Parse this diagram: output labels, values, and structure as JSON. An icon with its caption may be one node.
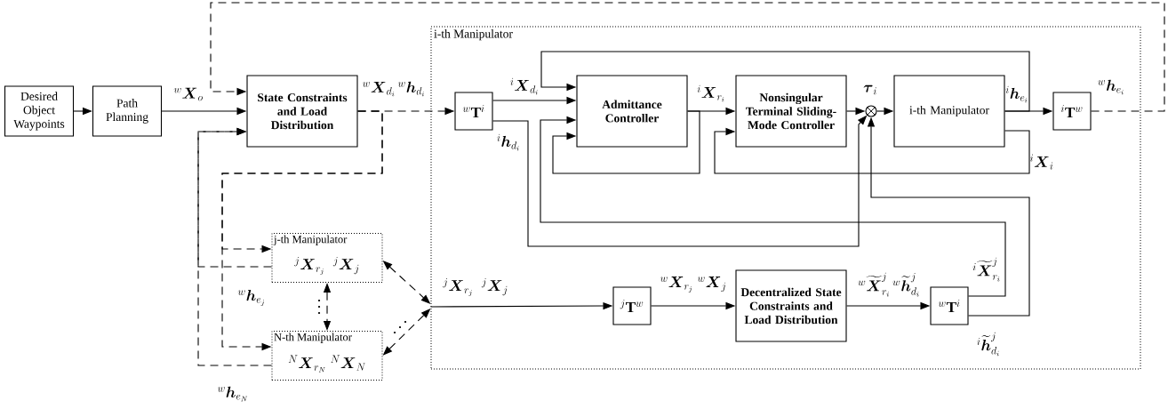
{
  "diagram": {
    "nodes": [
      {
        "text": [
          "Desired Object Waypoints"
        ]
      },
      {
        "text": [
          "Path Planning"
        ]
      },
      {
        "text": [
          "State Constraints and Load Distribution"
        ]
      },
      {
        "text": [
          "i-th Manipulator"
        ]
      },
      {
        "text": [
          "{}^{w}\\mathbf{T}^{i}"
        ],
        "in": 3
      },
      {
        "text": [
          "Admittance Controller"
        ],
        "in": 3
      },
      {
        "text": [
          "Nonsingular Terminal Sliding-Mode Controller"
        ],
        "in": 3
      },
      {
        "text": [],
        "shape": "circle",
        "in": 3
      },
      {
        "text": [
          "i-th Manipulator"
        ],
        "in": 3
      },
      {
        "text": [
          "{}^{i}\\mathbf{T}^{w}"
        ],
        "in": 3
      },
      {
        "text": [
          "j-th Manipulator",
          "{}^{j}\\boldsymbol{X}_{r_j}\\;\\; {}^{j}\\boldsymbol{X}_{j}"
        ]
      },
      {
        "text": [
          "N-th Manipulator",
          "{}^{N}\\boldsymbol{X}_{r_N}\\; {}^{N}\\boldsymbol{X}_{N}"
        ]
      },
      {
        "text": [
          "{}^{j}\\mathbf{T}^{w}"
        ],
        "in": 3
      },
      {
        "text": [
          "Decentralized State Constraints and Load Distribution"
        ],
        "in": 3
      },
      {
        "text": [
          "{}^{w}\\mathbf{T}^{i}"
        ],
        "in": 3
      }
    ],
    "edges": [
      {
        "from": 0,
        "to": 1,
        "arrow": "to"
      },
      {
        "from": 1,
        "to": 2,
        "arrow": "to",
        "label": "{}^{w}\\boldsymbol{X}_{o}"
      },
      {
        "from": 2,
        "to": 4,
        "arrow": "to",
        "style": "dashed",
        "label": "{}^{w}\\boldsymbol{X}_{d_i}\\, {}^{w}\\boldsymbol{h}_{d_i}"
      },
      {
        "from": 2,
        "to": 10,
        "arrow": "to",
        "style": "dashed"
      },
      {
        "from": 2,
        "to": 11,
        "arrow": "to",
        "style": "dashed"
      },
      {
        "from": 10,
        "to": 2,
        "arrow": "to",
        "style": "dashed",
        "label": "{}^{w}\\boldsymbol{h}_{e_j}"
      },
      {
        "from": 11,
        "to": 2,
        "arrow": "to",
        "style": "dashed",
        "label": "{}^{w}\\boldsymbol{h}_{e_N}"
      },
      {
        "from": 9,
        "to": 2,
        "arrow": "to",
        "style": "dashed",
        "label": "{}^{w}\\boldsymbol{h}_{e_i}"
      },
      {
        "from": 10,
        "to": 11,
        "arrow": "both",
        "style": "dashed"
      },
      {
        "from": 10,
        "to": 3,
        "arrow": "both",
        "style": "dashed"
      },
      {
        "from": 11,
        "to": 3,
        "arrow": "both",
        "style": "dashed"
      },
      {
        "from": 3,
        "to": 12,
        "arrow": "to",
        "label": "{}^{j}\\boldsymbol{X}_{r_j}\\;\\; {}^{j}\\boldsymbol{X}_{j}"
      },
      {
        "from": 12,
        "to": 13,
        "arrow": "to",
        "label": "{}^{w}\\boldsymbol{X}_{r_j}\\; {}^{w}\\boldsymbol{X}_{j}"
      },
      {
        "from": 13,
        "to": 14,
        "arrow": "to",
        "label": "{}^{w}\\widetilde{\\boldsymbol{X}}^{j}_{r_i}\\, {}^{w}\\widetilde{\\boldsymbol{h}}^{j}_{d_i}"
      },
      {
        "from": 14,
        "to": 5,
        "arrow": "to",
        "label": "{}^{i}\\widetilde{\\boldsymbol{X}}^{j}_{r_i}"
      },
      {
        "from": 14,
        "to": 7,
        "arrow": "to",
        "label": "{}^{i}\\widetilde{\\boldsymbol{h}}^{j}_{d_i}"
      },
      {
        "from": 4,
        "to": 5,
        "arrow": "to",
        "label": "{}^{i}\\boldsymbol{X}_{d_i}"
      },
      {
        "from": 4,
        "to": 7,
        "arrow": "to",
        "label": "{}^{i}\\boldsymbol{h}_{d_i}"
      },
      {
        "from": 5,
        "to": 6,
        "arrow": "to",
        "label": "{}^{i}\\boldsymbol{X}_{r_i}"
      },
      {
        "from": 5,
        "to": 5,
        "arrow": "to"
      },
      {
        "from": 6,
        "to": 7,
        "arrow": "to",
        "label": "\\boldsymbol{\\tau}_{i}"
      },
      {
        "from": 7,
        "to": 8,
        "arrow": "to"
      },
      {
        "from": 8,
        "to": 9,
        "arrow": "to",
        "label": "{}^{i}\\boldsymbol{h}_{e_i}"
      },
      {
        "from": 8,
        "to": 5,
        "arrow": "to"
      },
      {
        "from": 8,
        "to": 6,
        "arrow": "to",
        "label": "{}^{i}\\boldsymbol{X}_{i}"
      }
    ]
  }
}
